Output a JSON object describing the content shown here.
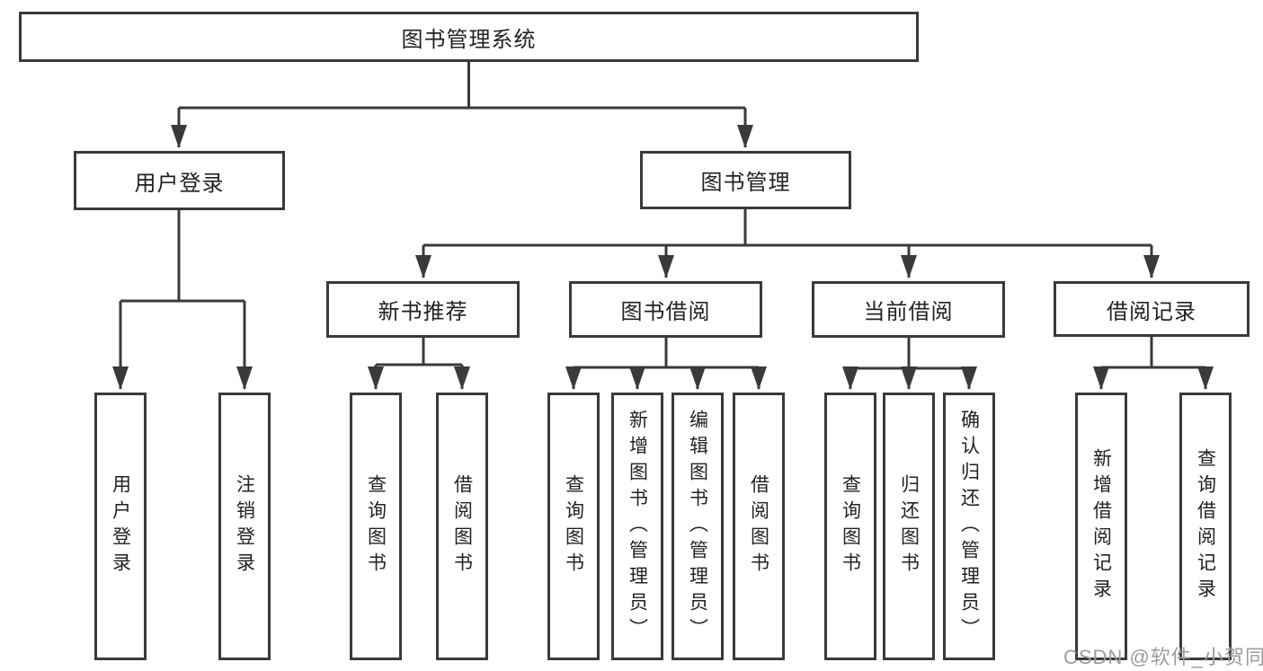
{
  "watermark": {
    "text": "CSDN @软件_小贺同学"
  },
  "colors": {
    "line": "#3a3a3a",
    "text": "#222222",
    "watermark": "#9c9c9c",
    "background": "#ffffff"
  },
  "tree": {
    "label": "图书管理系统",
    "children": [
      {
        "label": "用户登录",
        "children": [
          {
            "label": "用户登录"
          },
          {
            "label": "注销登录"
          }
        ]
      },
      {
        "label": "图书管理",
        "children": [
          {
            "label": "新书推荐",
            "children": [
              {
                "label": "查询图书"
              },
              {
                "label": "借阅图书"
              }
            ]
          },
          {
            "label": "图书借阅",
            "children": [
              {
                "label": "查询图书"
              },
              {
                "label": "新增图书（管理员）"
              },
              {
                "label": "编辑图书（管理员）"
              },
              {
                "label": "借阅图书"
              }
            ]
          },
          {
            "label": "当前借阅",
            "children": [
              {
                "label": "查询图书"
              },
              {
                "label": "归还图书"
              },
              {
                "label": "确认归还（管理员）"
              }
            ]
          },
          {
            "label": "借阅记录",
            "children": [
              {
                "label": "新增借阅记录"
              },
              {
                "label": "查询借阅记录"
              }
            ]
          }
        ]
      }
    ]
  }
}
